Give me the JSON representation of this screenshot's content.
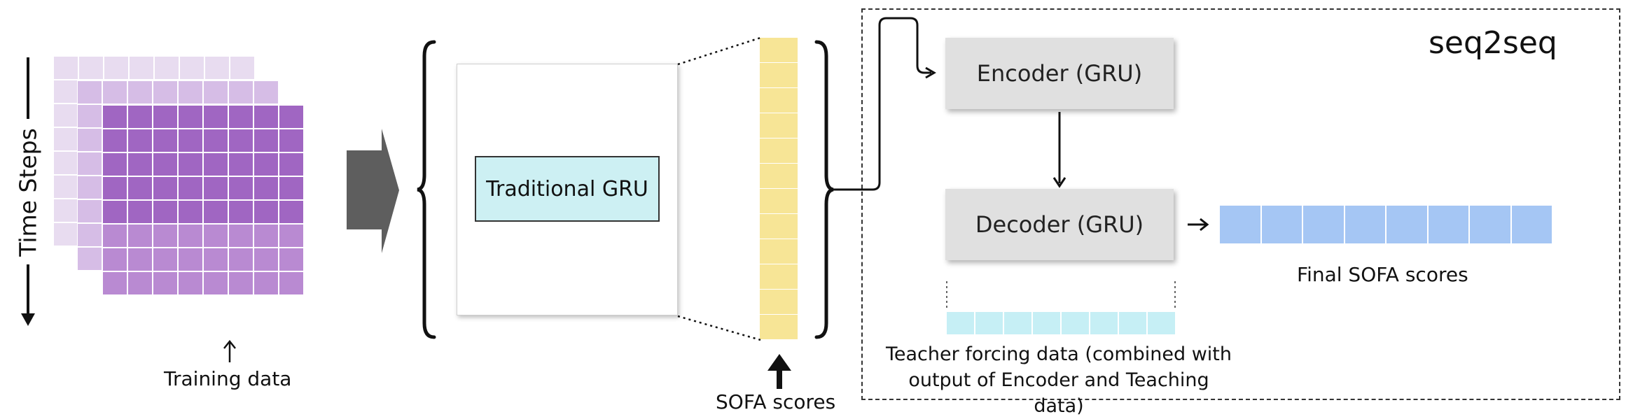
{
  "training": {
    "time_steps_label": "Time Steps",
    "caption": "Training data",
    "colors": {
      "back": "#e8dcf0",
      "middle": "#d6bde6",
      "front": "#a066c2",
      "front_edge": "#b98ad2"
    }
  },
  "traditional_gru": {
    "label": "Traditional GRU"
  },
  "sofa": {
    "caption": "SOFA scores",
    "color": "#f7e596",
    "cells": 12
  },
  "seq2seq": {
    "title": "seq2seq",
    "encoder_label": "Encoder (GRU)",
    "decoder_label": "Decoder (GRU)",
    "final_caption": "Final SOFA scores",
    "final_color": "#a5c6f4",
    "final_cells": 8,
    "teacher_caption_line1": "Teacher forcing data (combined with",
    "teacher_caption_line2": "output of Encoder and Teaching data)",
    "teacher_color": "#c6eff5",
    "teacher_cells": 8
  }
}
